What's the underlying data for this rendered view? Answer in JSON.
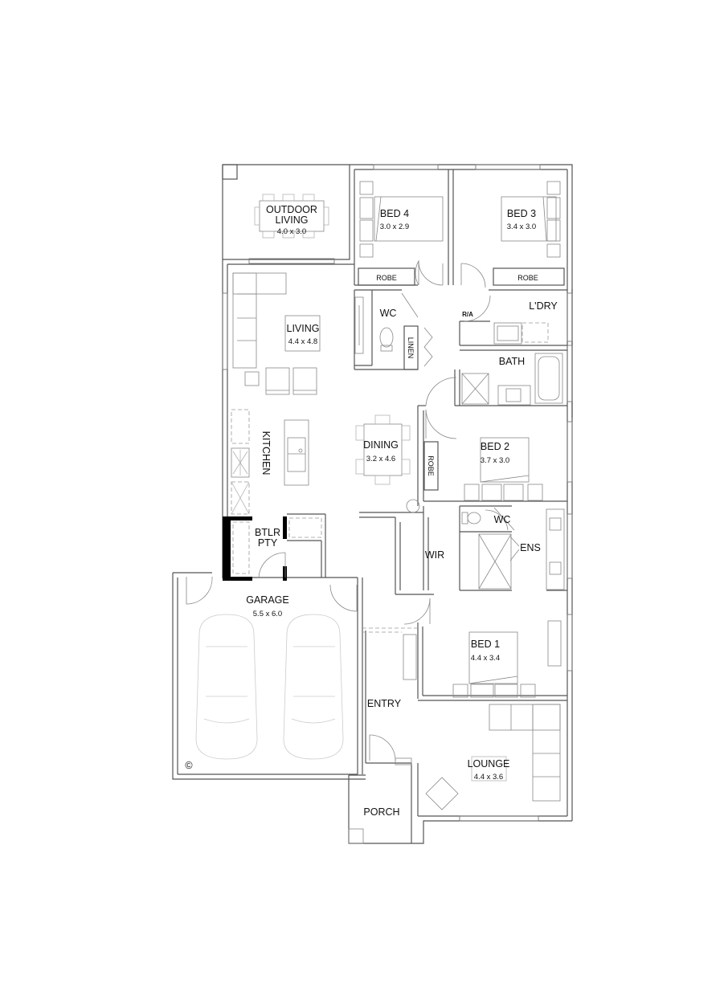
{
  "plan": {
    "rooms": {
      "outdoor_living": {
        "name_line1": "OUTDOOR",
        "name_line2": "LIVING",
        "size": "4.0 x 3.0"
      },
      "bed4": {
        "name": "BED 4",
        "size": "3.0 x 2.9"
      },
      "bed3": {
        "name": "BED 3",
        "size": "3.4 x 3.0"
      },
      "living": {
        "name": "LIVING",
        "size": "4.4 x 4.8"
      },
      "wc_main": {
        "name": "WC"
      },
      "linen": {
        "name": "LINEN"
      },
      "laundry": {
        "name": "L'DRY"
      },
      "bath": {
        "name": "BATH"
      },
      "kitchen": {
        "name": "KITCHEN"
      },
      "dining": {
        "name": "DINING",
        "size": "3.2 x 4.6"
      },
      "bed2": {
        "name": "BED 2",
        "size": "3.7 x 3.0"
      },
      "butlers_pantry": {
        "name_line1": "BTLR",
        "name_line2": "PTY"
      },
      "wir": {
        "name": "WIR"
      },
      "wc_ensuite": {
        "name": "WC"
      },
      "ensuite": {
        "name": "ENS"
      },
      "garage": {
        "name": "GARAGE",
        "size": "5.5 x 6.0"
      },
      "bed1": {
        "name": "BED 1",
        "size": "4.4 x 3.4"
      },
      "entry": {
        "name": "ENTRY"
      },
      "lounge": {
        "name": "LOUNGE",
        "size": "4.4 x 3.6"
      },
      "porch": {
        "name": "PORCH"
      }
    },
    "robes": {
      "bed4_robe": "ROBE",
      "bed3_robe": "ROBE",
      "bed2_robe": "ROBE"
    },
    "annotations": {
      "return_air": "R/A",
      "copyright": "©"
    }
  }
}
